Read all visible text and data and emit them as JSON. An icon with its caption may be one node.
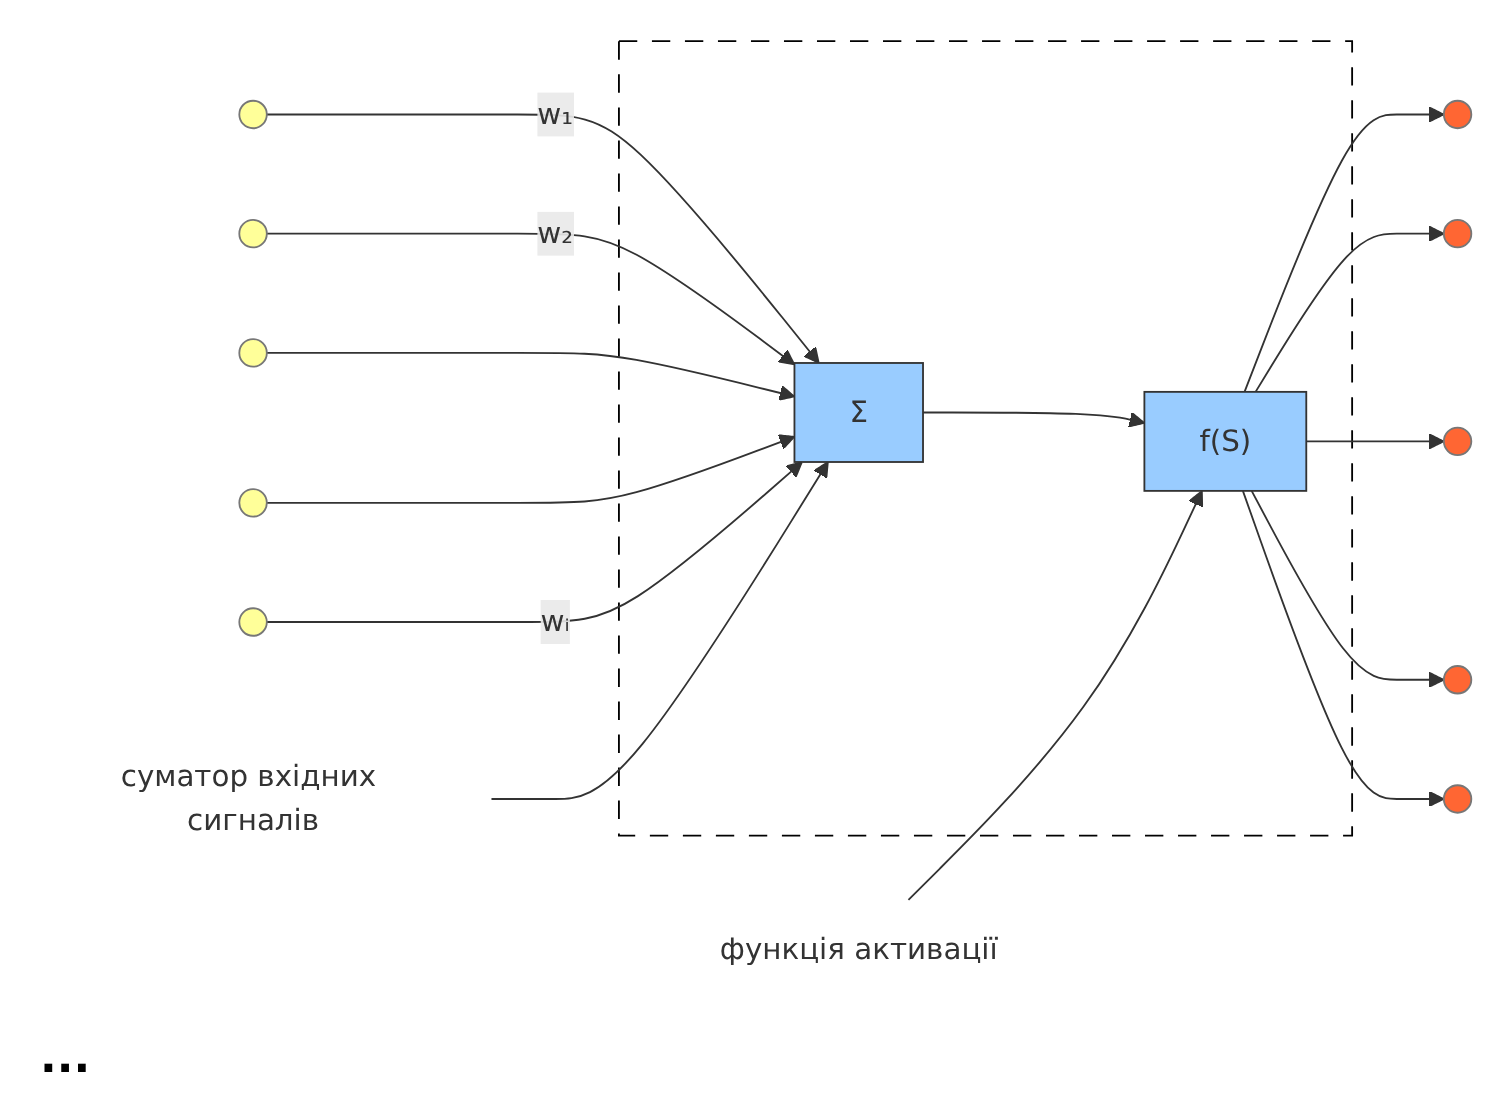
{
  "diagram": {
    "nodes": [
      {
        "text": [],
        "shape": "circle"
      },
      {
        "text": [],
        "shape": "circle"
      },
      {
        "text": [],
        "shape": "circle"
      },
      {
        "text": [],
        "shape": "circle"
      },
      {
        "text": [],
        "shape": "circle"
      },
      {
        "text": [],
        "shape": "box"
      },
      {
        "text": [
          "Σ"
        ],
        "in": 5
      },
      {
        "text": [
          "f(S)"
        ],
        "in": 5
      },
      {
        "text": [],
        "shape": "circle"
      },
      {
        "text": [],
        "shape": "circle"
      },
      {
        "text": [],
        "shape": "circle"
      },
      {
        "text": [],
        "shape": "circle"
      },
      {
        "text": [],
        "shape": "circle"
      },
      {
        "text": [
          "функція активації"
        ]
      },
      {
        "text": [
          "суматор вхідних сигналів"
        ]
      }
    ],
    "edges": [
      {
        "from": 0,
        "to": 6,
        "arrow": "to",
        "label": "w₁"
      },
      {
        "from": 1,
        "to": 6,
        "arrow": "to",
        "label": "w₂"
      },
      {
        "from": 2,
        "to": 6,
        "arrow": "to"
      },
      {
        "from": 3,
        "to": 6,
        "arrow": "to"
      },
      {
        "from": 4,
        "to": 6,
        "arrow": "to",
        "label": "wᵢ"
      },
      {
        "from": 6,
        "to": 7,
        "arrow": "to"
      },
      {
        "from": 7,
        "to": 8,
        "arrow": "to"
      },
      {
        "from": 7,
        "to": 9,
        "arrow": "to"
      },
      {
        "from": 7,
        "to": 10,
        "arrow": "to"
      },
      {
        "from": 7,
        "to": 11,
        "arrow": "to"
      },
      {
        "from": 7,
        "to": 12,
        "arrow": "to"
      },
      {
        "from": 13,
        "to": 7,
        "arrow": "to"
      },
      {
        "from": 14,
        "to": 6,
        "arrow": "to"
      }
    ],
    "labels": [
      "..."
    ]
  }
}
